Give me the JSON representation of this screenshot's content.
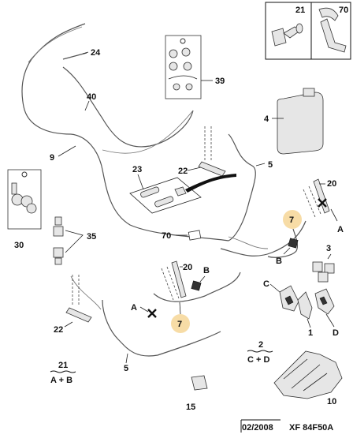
{
  "labels": {
    "l21": "21",
    "l70": "70",
    "l24": "24",
    "l39": "39",
    "l40": "40",
    "l4": "4",
    "l9": "9",
    "l23": "23",
    "l22a": "22",
    "l5a": "5",
    "l20a": "20",
    "l30": "30",
    "l35": "35",
    "l7a": "7",
    "lA1": "A",
    "l70b": "70",
    "lB1": "B",
    "l3": "3",
    "l20b": "20",
    "lB2": "B",
    "lC": "C",
    "lA2": "A",
    "l7b": "7",
    "l1": "1",
    "lD": "D",
    "l22b": "22",
    "l2": "2",
    "l5b": "5",
    "l10": "10",
    "l15": "15"
  },
  "legend": {
    "frac1_top": "21",
    "frac1_bottom": "A + B",
    "frac2_top": "2",
    "frac2_bottom": "C + D"
  },
  "footer": {
    "date": "02/2008",
    "ref": "XF 84F50A"
  }
}
